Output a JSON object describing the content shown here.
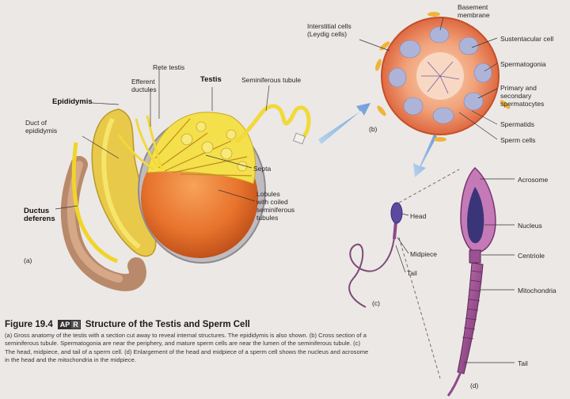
{
  "panels": {
    "a": "(a)",
    "b": "(b)",
    "c": "(c)",
    "d": "(d)"
  },
  "labels_a": {
    "rete_testis": "Rete testis",
    "efferent": "Efferent\nductules",
    "testis": "Testis",
    "seminiferous_tubule": "Seminiferous tubule",
    "epididymis": "Epididymis",
    "duct_epididymis": "Duct of\nepididymis",
    "septa": "Septa",
    "lobules": "Lobules\nwith coiled\nseminiferous\ntubules",
    "ductus": "Ductus\ndeferens"
  },
  "labels_b": {
    "interstitial": "Interstitial cells\n(Leydig cells)",
    "basement": "Basement\nmembrane",
    "sustentacular": "Sustentacular cell",
    "spermatogonia": "Spermatogonia",
    "primary": "Primary and\nsecondary\nspermatocytes",
    "spermatids": "Spermatids",
    "sperm_cells": "Sperm cells"
  },
  "labels_c": {
    "head": "Head",
    "midpiece": "Midpiece",
    "tail": "Tail"
  },
  "labels_d": {
    "acrosome": "Acrosome",
    "nucleus": "Nucleus",
    "centriole": "Centriole",
    "mitochondria": "Mitochondria",
    "tail": "Tail"
  },
  "caption": {
    "figure": "Figure 19.4",
    "apr": [
      "AP",
      "R"
    ],
    "title": "Structure of the Testis and Sperm Cell",
    "text": "(a) Gross anatomy of the testis with a section cut away to reveal internal structures. The epididymis is also shown. (b) Cross section of a seminiferous tubule. Spermatogonia are near the periphery, and mature sperm cells are near the lumen of the seminiferous tubule. (c) The head, midpiece, and tail of a sperm cell. (d) Enlargement of the head and midpiece of a sperm cell shows the nucleus and acrosome in the head and the mitochondria in the midpiece."
  }
}
